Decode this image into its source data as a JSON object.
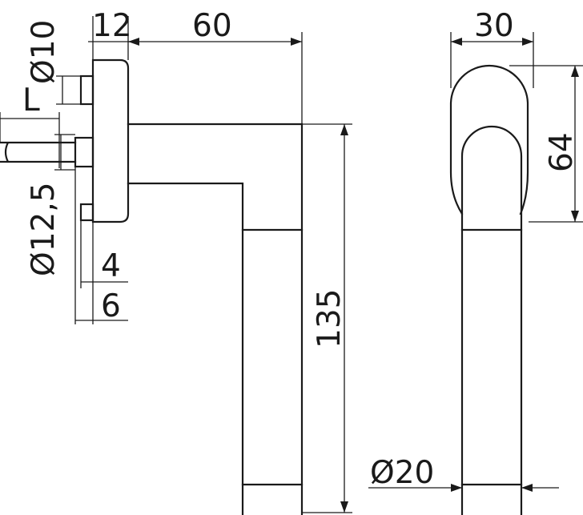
{
  "dimensions": {
    "d10": "Ø10",
    "l": "L",
    "d12_5": "Ø12,5",
    "w12": "12",
    "w60": "60",
    "w4": "4",
    "w6": "6",
    "h135": "135",
    "w30": "30",
    "h64": "64",
    "d20": "Ø20"
  }
}
